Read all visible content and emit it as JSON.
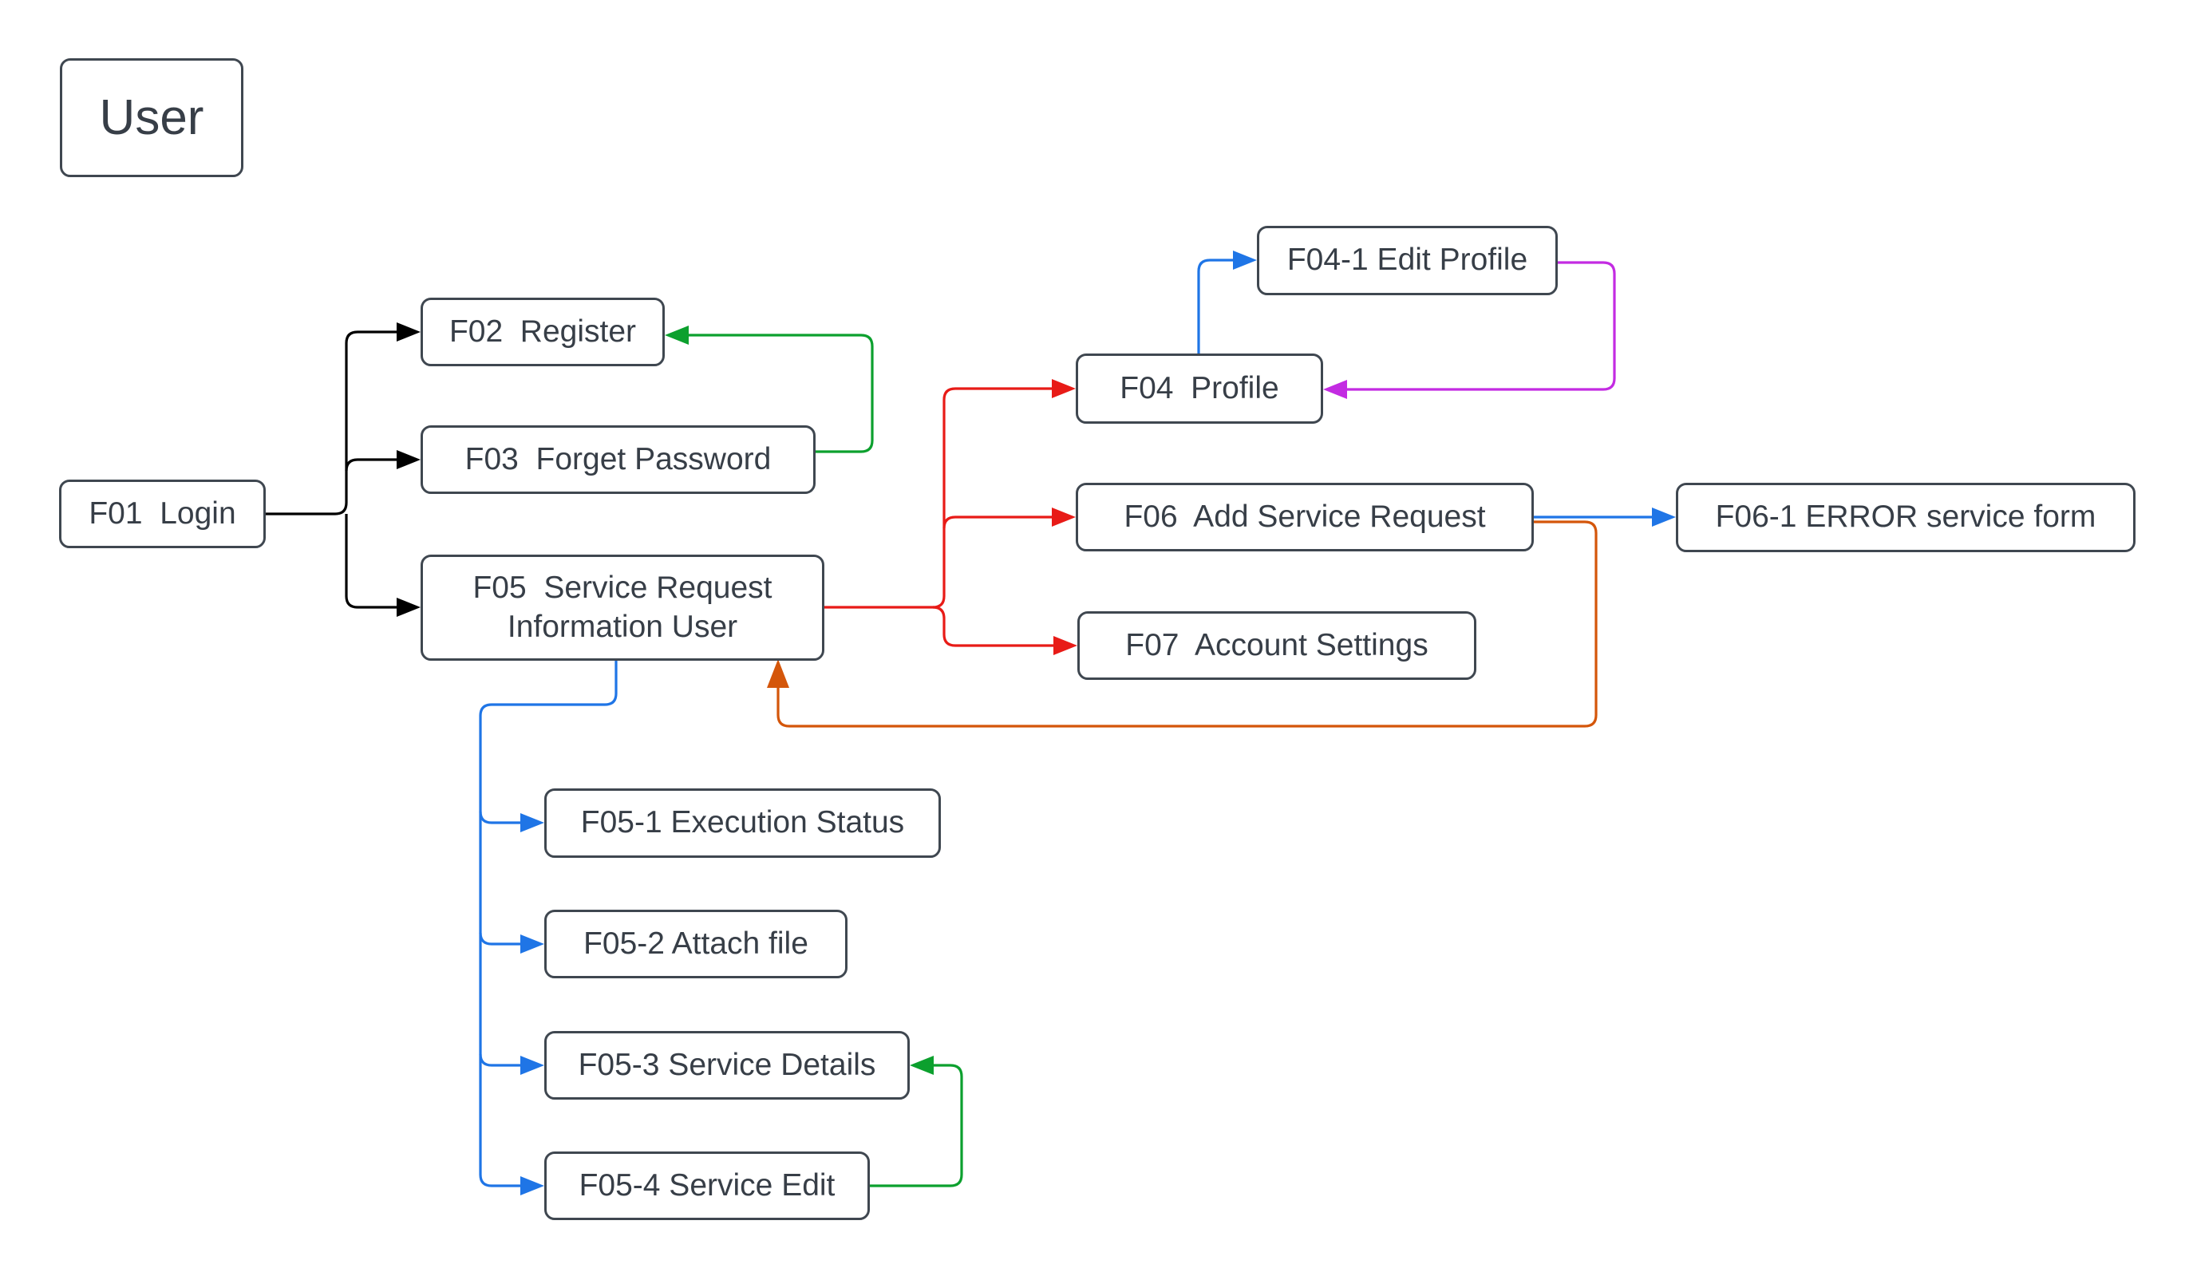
{
  "diagram": {
    "nodes": {
      "user": {
        "label": "User"
      },
      "f01": {
        "label": "F01  Login"
      },
      "f02": {
        "label": "F02  Register"
      },
      "f03": {
        "label": "F03  Forget Password"
      },
      "f04": {
        "label": "F04  Profile"
      },
      "f04_1": {
        "label": "F04-1 Edit Profile"
      },
      "f05": {
        "label": "F05  Service Request Information User"
      },
      "f05_1": {
        "label": "F05-1 Execution Status"
      },
      "f05_2": {
        "label": "F05-2 Attach file"
      },
      "f05_3": {
        "label": "F05-3 Service Details"
      },
      "f05_4": {
        "label": "F05-4 Service Edit"
      },
      "f06": {
        "label": "F06  Add Service Request"
      },
      "f06_1": {
        "label": "F06-1 ERROR service form"
      },
      "f07": {
        "label": "F07  Account Settings"
      }
    },
    "colors": {
      "connector_black": "#000000",
      "connector_green": "#0ca02e",
      "connector_blue": "#1f75e6",
      "connector_red": "#e81b17",
      "connector_orange": "#d4560a",
      "connector_magenta": "#c32be2",
      "node_border": "#3f4750",
      "node_text": "#373e47",
      "background": "#ffffff"
    }
  }
}
